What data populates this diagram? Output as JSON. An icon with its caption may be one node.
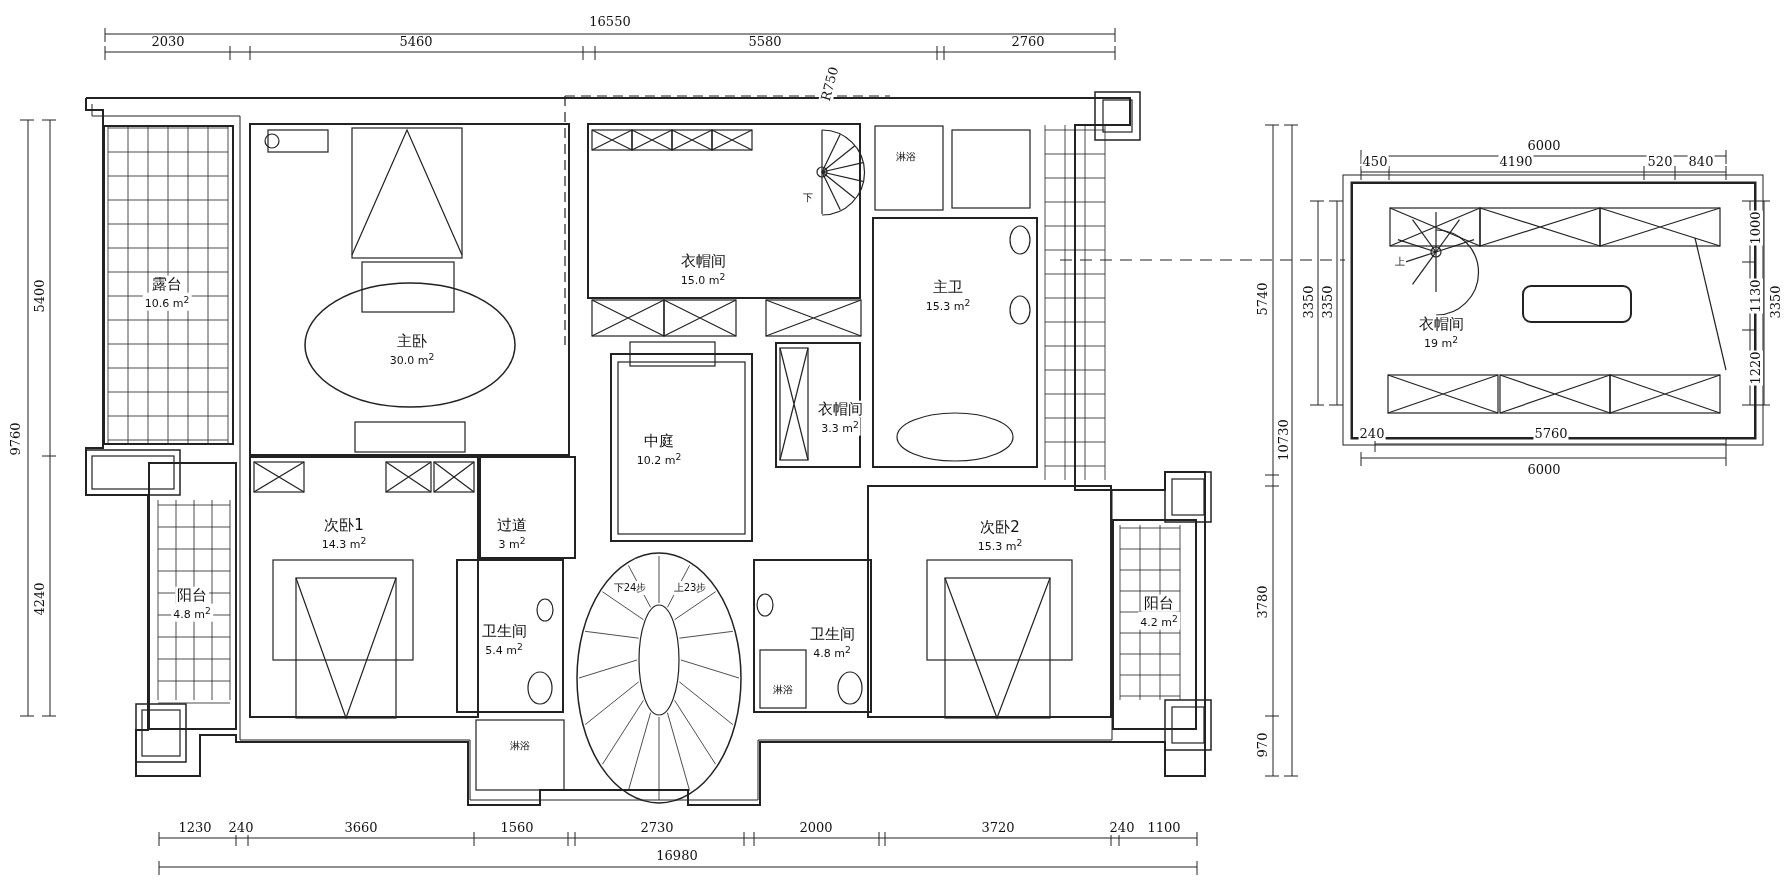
{
  "diagram": {
    "nodes": [
      {
        "text": [
          "露台",
          "10.6 m$^{2}$"
        ]
      },
      {
        "text": [
          "主卧",
          "30.0 m$^{2}$"
        ]
      },
      {
        "text": [
          "衣帽间",
          "15.0 m$^{2}$"
        ]
      },
      {
        "text": [
          "主卫",
          "15.3 m$^{2}$"
        ]
      },
      {
        "text": [
          "中庭",
          "10.2 m$^{2}$"
        ]
      },
      {
        "text": [
          "衣帽间",
          "3.3 m$^{2}$"
        ]
      },
      {
        "text": [
          "次卧1",
          "14.3 m$^{2}$"
        ]
      },
      {
        "text": [
          "过道",
          "3 m$^{2}$"
        ]
      },
      {
        "text": [
          "次卧2",
          "15.3 m$^{2}$"
        ]
      },
      {
        "text": [
          "阳台",
          "4.8 m$^{2}$"
        ]
      },
      {
        "text": [
          "卫生间",
          "5.4 m$^{2}$"
        ]
      },
      {
        "text": [
          "卫生间",
          "4.8 m$^{2}$"
        ]
      },
      {
        "text": [
          "阳台",
          "4.2 m$^{2}$"
        ]
      },
      {
        "text": [
          "衣帽间",
          "19 m$^{2}$"
        ]
      }
    ],
    "labels": [
      "16550",
      "2030",
      "5460",
      "5580",
      "2760",
      "R750",
      "下",
      "淋浴",
      "6000",
      "450",
      "4190",
      "520",
      "840",
      "1000",
      "3350",
      "3350",
      "1130",
      "3350",
      "上",
      "1220",
      "240",
      "5760",
      "6000",
      "5400",
      "9760",
      "4240",
      "5740",
      "10730",
      "3780",
      "970",
      "下24步",
      "上23步",
      "淋浴",
      "淋浴",
      "1230",
      "240",
      "3660",
      "1560",
      "2730",
      "2000",
      "3720",
      "240",
      "1100",
      "16980"
    ]
  }
}
